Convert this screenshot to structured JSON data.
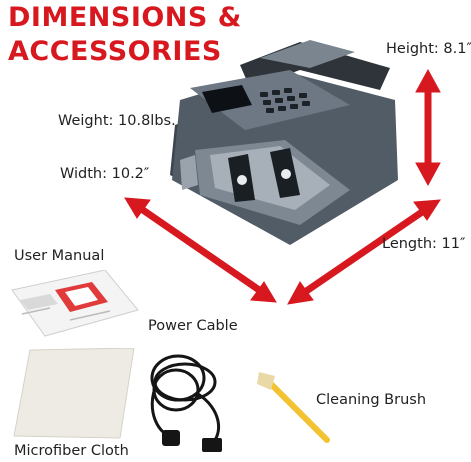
{
  "heading": {
    "line1": "DIMENSIONS &",
    "line2": "ACCESSORIES"
  },
  "specs": {
    "height": "Height: 8.1″",
    "weight": "Weight: 10.8lbs.",
    "width": "Width: 10.2″",
    "length": "Length: 11″"
  },
  "accessories": {
    "manual": "User Manual",
    "power_cable": "Power Cable",
    "brush": "Cleaning Brush",
    "cloth": "Microfiber Cloth"
  },
  "colors": {
    "accent": "#d7191f",
    "machine_body": "#4b5560",
    "brush_handle": "#f2c230"
  }
}
